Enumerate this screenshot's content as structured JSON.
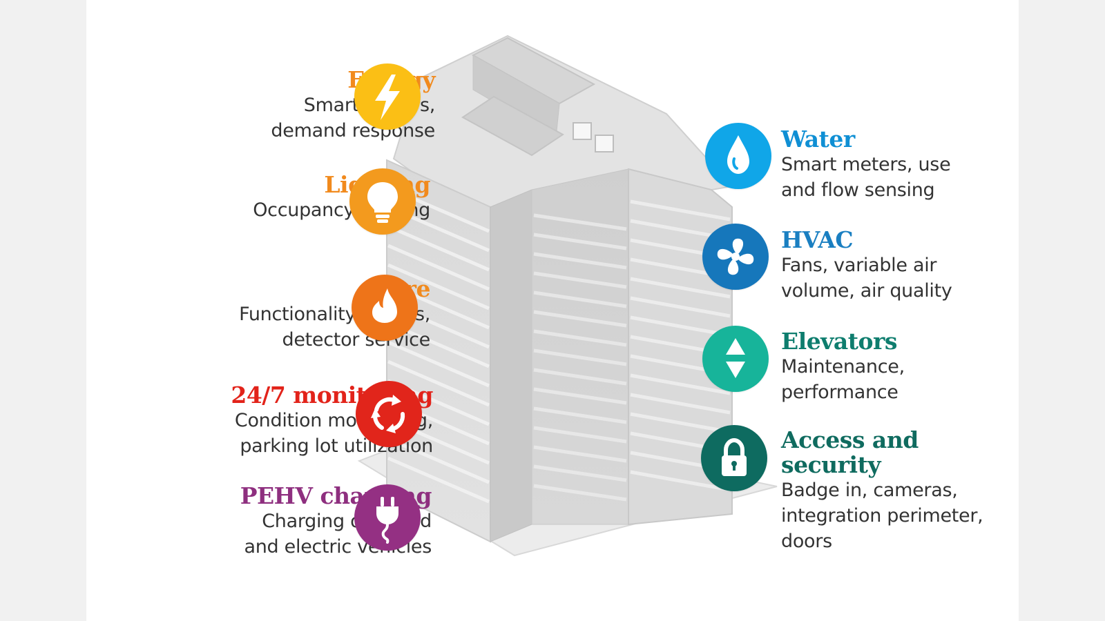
{
  "features": {
    "energy": {
      "title": "Energy",
      "lines": [
        "Smart meters,",
        "demand response"
      ],
      "color": "#f18a1d",
      "icon_color": "#fbbf15",
      "icon": "lightning-bolt-icon"
    },
    "lighting": {
      "title": "Lighting",
      "lines": [
        "Occupancy sensing"
      ],
      "color": "#f18a1d",
      "icon_color": "#f39a1e",
      "icon": "light-bulb-icon"
    },
    "fire": {
      "title": "Fire",
      "lines": [
        "Functionality checks,",
        "detector service"
      ],
      "color": "#f18a1d",
      "icon_color": "#ee7419",
      "icon": "flame-icon"
    },
    "monitoring": {
      "title": "24/7 monitoring",
      "lines": [
        "Condition monitoring,",
        "parking lot utilization"
      ],
      "color": "#e2231a",
      "icon_color": "#e1251b",
      "icon": "recycle-arrows-icon"
    },
    "pehv": {
      "title": "PEHV charging",
      "lines": [
        "Charging of hybrid",
        "and electric vehicles"
      ],
      "color": "#8e2f7f",
      "icon_color": "#943083",
      "icon": "plug-icon"
    },
    "water": {
      "title": "Water",
      "lines": [
        "Smart meters, use",
        "and flow sensing"
      ],
      "color": "#0f8fd4",
      "icon_color": "#10a6e8",
      "icon": "water-drop-icon"
    },
    "hvac": {
      "title": "HVAC",
      "lines": [
        "Fans, variable air",
        "volume, air quality"
      ],
      "color": "#1a7fc1",
      "icon_color": "#1677bb",
      "icon": "fan-icon"
    },
    "elevators": {
      "title": "Elevators",
      "lines": [
        "Maintenance,",
        "performance"
      ],
      "color": "#0e7d6e",
      "icon_color": "#17b49a",
      "icon": "up-down-arrows-icon"
    },
    "access": {
      "title": [
        "Access and",
        "security"
      ],
      "lines": [
        "Badge in, cameras,",
        "integration perimeter,",
        "doors"
      ],
      "color": "#0f6b5f",
      "icon_color": "#0e6b60",
      "icon": "padlock-icon"
    }
  }
}
